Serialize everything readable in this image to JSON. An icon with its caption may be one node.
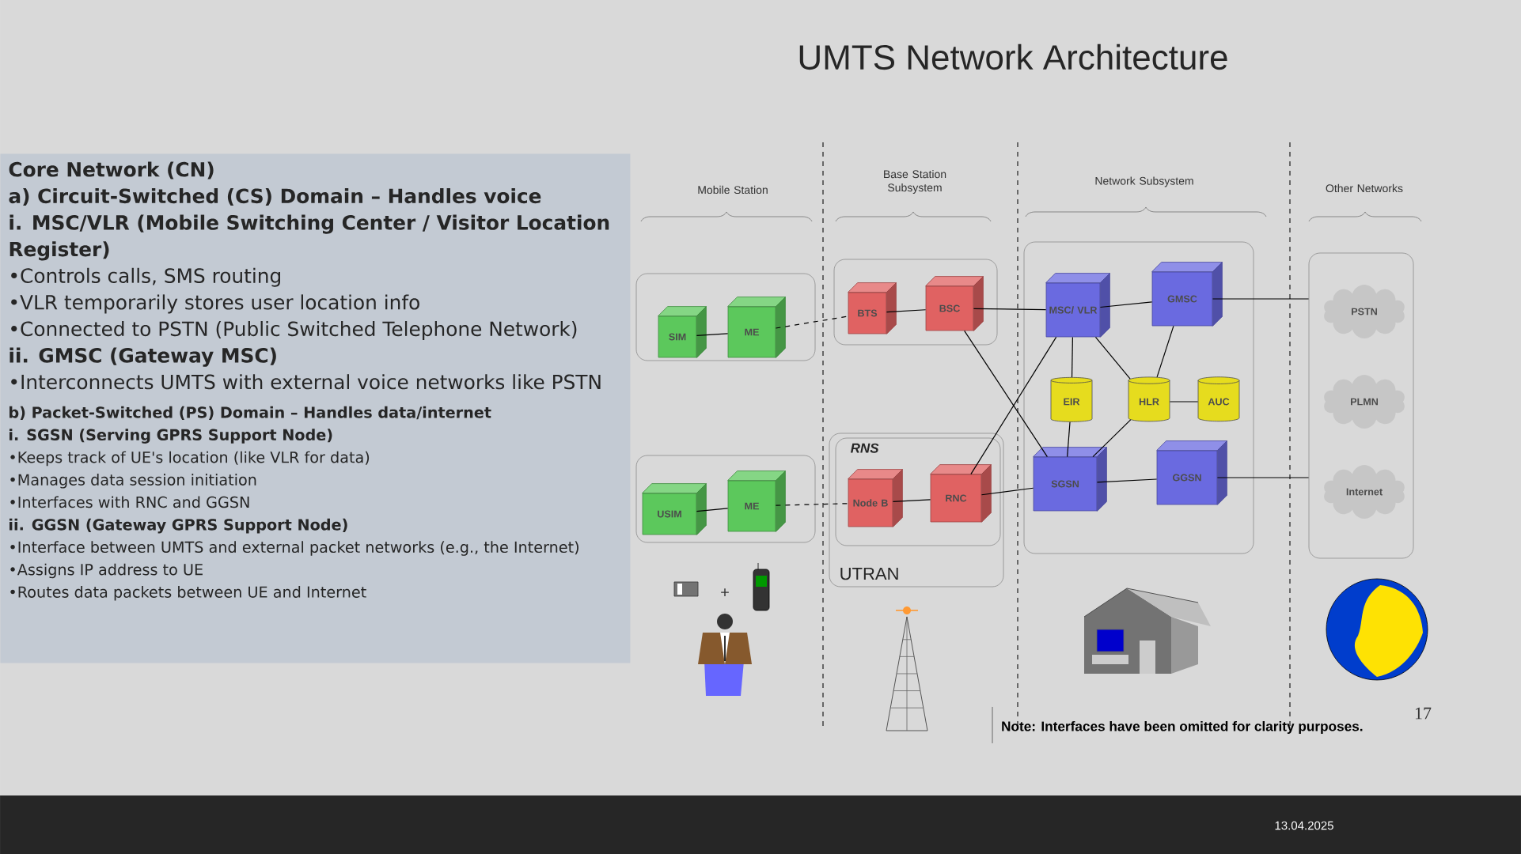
{
  "diagram": {
    "title": "UMTS Network Architecture",
    "nodes": [
      {
        "text": [
          "Core Network (CN)",
          "a) Circuit-Switched (CS) Domain – Handles voice",
          "i. MSC/VLR (Mobile Switching Center / Visitor Location Register)",
          "•Controls calls, SMS routing",
          "•VLR temporarily stores user location info",
          "•Connected to PSTN (Public Switched Telephone Network)",
          "ii. GMSC (Gateway MSC)",
          "•Interconnects UMTS with external voice networks like PSTN",
          "b) Packet-Switched (PS) Domain – Handles data/internet",
          "i. SGSN (Serving GPRS Support Node)",
          "•Keeps track of UE's location (like VLR for data)",
          "•Manages data session initiation",
          "•Interfaces with RNC and GGSN",
          "ii. GGSN (Gateway GPRS Support Node)",
          "•Interface between UMTS and external packet networks (e.g., the Internet)",
          "•Assigns IP address to UE",
          "•Routes data packets between UE and Internet"
        ]
      },
      {
        "text": [],
        "shape": "box"
      },
      {
        "text": [
          "SIM"
        ],
        "in": 1
      },
      {
        "text": [
          "ME"
        ],
        "in": 1
      },
      {
        "text": [],
        "shape": "box"
      },
      {
        "text": [
          "BTS"
        ],
        "in": 4
      },
      {
        "text": [
          "BSC"
        ],
        "in": 4
      },
      {
        "text": [],
        "shape": "box"
      },
      {
        "text": [
          "USIM"
        ],
        "in": 7
      },
      {
        "text": [
          "ME"
        ],
        "in": 7
      },
      {
        "text": [
          "UTRAN"
        ]
      },
      {
        "text": [
          "RNS"
        ],
        "in": 10
      },
      {
        "text": [
          "Node B"
        ],
        "in": 11
      },
      {
        "text": [
          "RNC"
        ],
        "in": 11
      },
      {
        "text": [],
        "shape": "box"
      },
      {
        "text": [
          "MSC/ VLR"
        ],
        "in": 14
      },
      {
        "text": [
          "GMSC"
        ],
        "in": 14
      },
      {
        "text": [
          "EIR"
        ],
        "in": 14
      },
      {
        "text": [
          "HLR"
        ],
        "in": 14
      },
      {
        "text": [
          "AUC"
        ],
        "in": 14
      },
      {
        "text": [
          "SGSN"
        ],
        "in": 14
      },
      {
        "text": [
          "GGSN"
        ],
        "in": 14
      },
      {
        "text": [],
        "shape": "box"
      },
      {
        "text": [
          "PSTN"
        ],
        "in": 22
      },
      {
        "text": [
          "PLMN"
        ],
        "in": 22
      },
      {
        "text": [
          "Internet"
        ],
        "in": 22
      }
    ],
    "edges": [
      {
        "from": 2,
        "to": 3,
        "arrow": "none"
      },
      {
        "from": 3,
        "to": 5,
        "arrow": "none",
        "style": "dashed"
      },
      {
        "from": 5,
        "to": 6,
        "arrow": "none"
      },
      {
        "from": 6,
        "to": 15,
        "arrow": "none"
      },
      {
        "from": 6,
        "to": 20,
        "arrow": "none"
      },
      {
        "from": 8,
        "to": 9,
        "arrow": "none"
      },
      {
        "from": 9,
        "to": 12,
        "arrow": "none",
        "style": "dashed"
      },
      {
        "from": 12,
        "to": 13,
        "arrow": "none"
      },
      {
        "from": 13,
        "to": 15,
        "arrow": "none"
      },
      {
        "from": 13,
        "to": 20,
        "arrow": "none"
      },
      {
        "from": 15,
        "to": 16,
        "arrow": "none"
      },
      {
        "from": 15,
        "to": 17,
        "arrow": "none"
      },
      {
        "from": 15,
        "to": 18,
        "arrow": "none"
      },
      {
        "from": 16,
        "to": 18,
        "arrow": "none"
      },
      {
        "from": 18,
        "to": 19,
        "arrow": "none"
      },
      {
        "from": 17,
        "to": 20,
        "arrow": "none"
      },
      {
        "from": 18,
        "to": 20,
        "arrow": "none"
      },
      {
        "from": 20,
        "to": 21,
        "arrow": "none"
      },
      {
        "from": 16,
        "to": 22,
        "arrow": "none"
      },
      {
        "from": 21,
        "to": 22,
        "arrow": "none"
      }
    ],
    "labels": [
      "Mobile Station",
      "Base Station Subsystem",
      "Network Subsystem",
      "Other Networks",
      "+",
      "Note: Interfaces have been omitted for clarity purposes.",
      "17",
      "13.04.2025"
    ]
  }
}
